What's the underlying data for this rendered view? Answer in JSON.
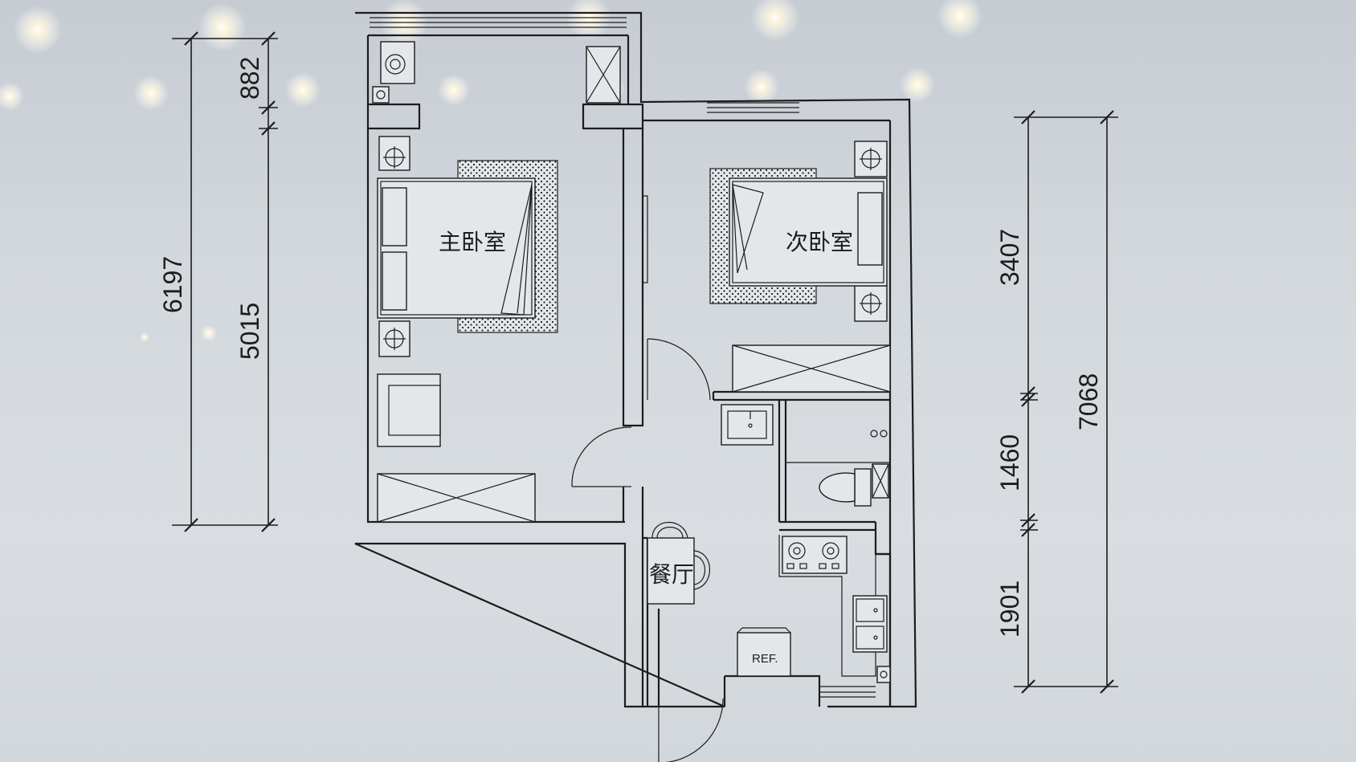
{
  "rooms": {
    "master_bedroom": "主卧室",
    "second_bedroom": "次卧室",
    "dining": "餐厅",
    "fridge": "REF."
  },
  "dimensions_left": {
    "overall": "6197",
    "segment_top": "882",
    "segment_main": "5015"
  },
  "dimensions_right": {
    "overall": "7068",
    "segment_top": "3407",
    "segment_middle": "1460",
    "segment_bottom": "1901"
  },
  "colors": {
    "screen_background": "#d3d8dd",
    "line": "#1c1c1c"
  }
}
